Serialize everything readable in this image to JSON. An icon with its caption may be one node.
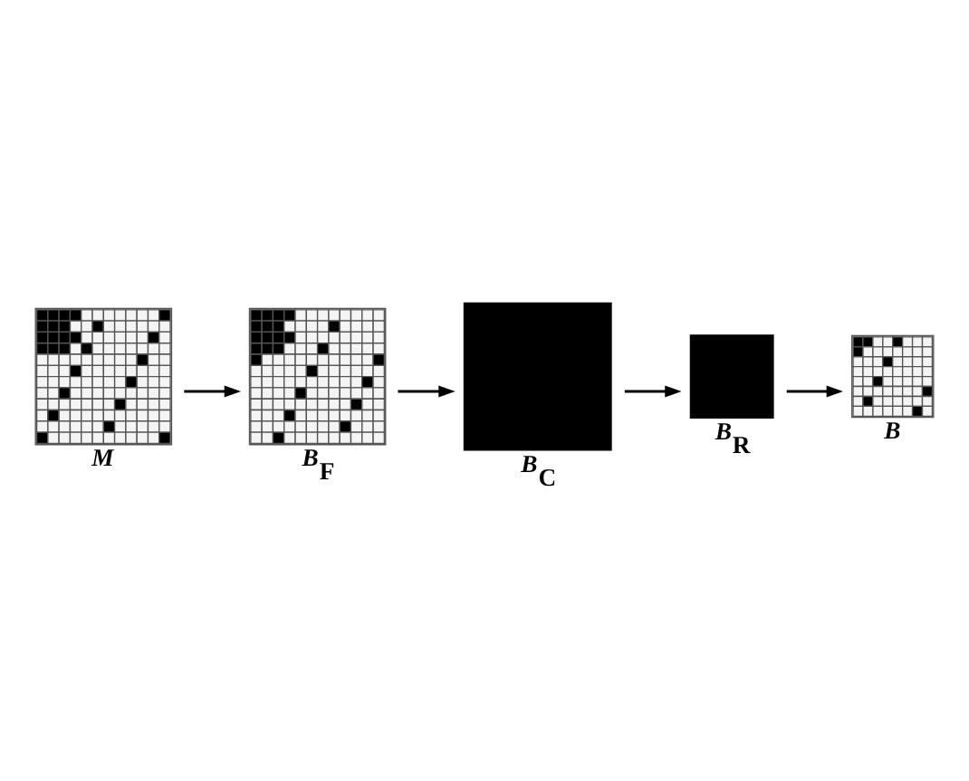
{
  "diagram": {
    "nodes": [
      {
        "text": [],
        "shape": "picture",
        "beside": [
          "*M*"
        ]
      },
      {
        "text": [],
        "shape": "picture",
        "beside": [
          "*B*$_{F}$"
        ]
      },
      {
        "text": [],
        "shape": "box",
        "beside": [
          "*B*$_{C}$"
        ]
      },
      {
        "text": [],
        "shape": "box",
        "beside": [
          "*B*$_{R}$"
        ]
      },
      {
        "text": [],
        "shape": "picture",
        "beside": [
          "*B*"
        ]
      }
    ],
    "edges": [
      {
        "from": 0,
        "to": 1,
        "arrow": "to"
      },
      {
        "from": 1,
        "to": 2,
        "arrow": "to"
      },
      {
        "from": 2,
        "to": 3,
        "arrow": "to"
      },
      {
        "from": 3,
        "to": 4,
        "arrow": "to"
      }
    ]
  }
}
